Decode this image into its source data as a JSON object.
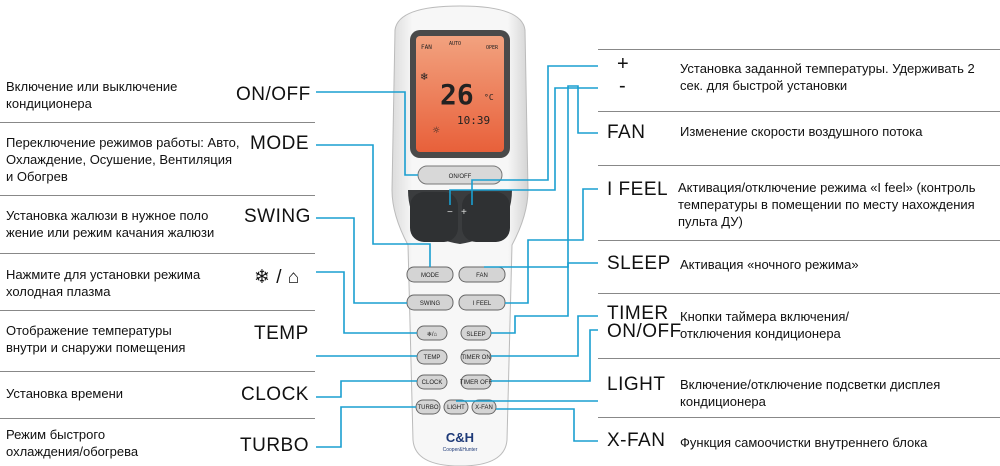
{
  "left": [
    {
      "label": "ON/OFF",
      "desc": "Включение или выключение кондиционера"
    },
    {
      "label": "MODE",
      "desc": "Переключение режимов работы: Авто, Охлаждение, Осушение, Вентиляция и Обогрев"
    },
    {
      "label": "SWING",
      "desc": "Установка жалюзи в нужное поло жение или режим качания жалюзи"
    },
    {
      "label": "❄ / ⌂",
      "desc": "Нажмите для установки режима холодная плазма"
    },
    {
      "label": "TEMP",
      "desc": "Отображение температуры внутри и снаружи помещения"
    },
    {
      "label": "CLOCK",
      "desc": "Установка времени"
    },
    {
      "label": "TURBO",
      "desc": "Режим быстрого охлаждения/обогрева"
    }
  ],
  "right": [
    {
      "label": "+",
      "label2": "-",
      "desc": "Установка заданной температуры. Удерживать 2 сек. для быстрой установки"
    },
    {
      "label": "FAN",
      "desc": "Изменение скорости воздушного потока"
    },
    {
      "label": "I FEEL",
      "desc": "Активация/отключение режима «I feel» (контроль температуры в помещении по месту нахождения пульта ДУ)"
    },
    {
      "label": "SLEEP",
      "desc": "Активация «ночного режима»"
    },
    {
      "label": "TIMER",
      "label2": "ON/OFF",
      "desc": "Кнопки таймера включения/ отключения кондиционера"
    },
    {
      "label": "LIGHT",
      "desc": "Включение/отключение подсветки дисплея кондиционера"
    },
    {
      "label": "X-FAN",
      "desc": "Функция самоочистки внутреннего блока"
    }
  ],
  "remote": {
    "lcd_top_left": "FAN",
    "lcd_top_mid": "AUTO",
    "lcd_top_right": "OPER",
    "lcd_temp": "26",
    "lcd_unit": "°C",
    "lcd_time": "10:39",
    "btn_onoff": "ON/OFF",
    "btn_minus": "−",
    "btn_plus": "+",
    "btn_mode": "MODE",
    "btn_fan": "FAN",
    "btn_swing": "SWING",
    "btn_ifeel": "I FEEL",
    "btn_plasma": "❄/⌂",
    "btn_sleep": "SLEEP",
    "btn_temp": "TEMP",
    "btn_timer_on": "TIMER ON",
    "btn_clock": "CLOCK",
    "btn_timer_off": "TIMER OFF",
    "btn_turbo": "TURBO",
    "btn_light": "LIGHT",
    "btn_xfan": "X-FAN",
    "brand_logo": "C&H",
    "brand_name": "Cooper&Hunter"
  },
  "colors": {
    "leader": "#1a9fd0",
    "display": "#e8603a",
    "body": "#f4f4f4",
    "dark_button": "#3a3c3e"
  }
}
